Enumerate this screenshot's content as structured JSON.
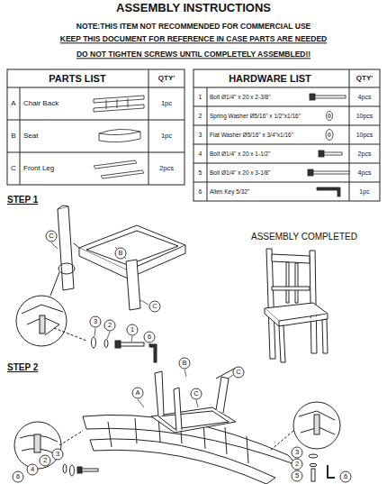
{
  "diagram": {
    "title": "ASSEMBLY INSTRUCTIONS",
    "labels": [
      "NOTE:THIS ITEM NOT RECOMMENDED FOR COMMERCIAL USE",
      "KEEP THIS DOCUMENT FOR REFERENCE IN CASE PARTS ARE NEEDED",
      "DO NOT TIGHTEN SCREWS UNTIL COMPLETELY ASSEMBLED!!",
      "PARTS LIST",
      "QTY'",
      "A",
      "Chair Back",
      "1pc",
      "B",
      "Seat",
      "1pc",
      "C",
      "Front Leg",
      "2pcs",
      "HARDWARE LIST",
      "QTY'",
      "1",
      "Bolt Ø1/4\" x 20 x 2-3/8\"",
      "4pcs",
      "2",
      "Spring Washer Ø5/16\" x 1/2\"x1/16\"",
      "10pcs",
      "3",
      "Flat Washer Ø5/16\" x 3/4\"x1/16\"",
      "10pcs",
      "4",
      "Bolt Ø1/4\" x 20 x 1-1/2\"",
      "2pcs",
      "5",
      "Bolt Ø1/4\" x 20 x 3-1/8\"",
      "4pcs",
      "6",
      "Allen Key 5/32\"",
      "1pc",
      "STEP 1",
      "ASSEMBLY COMPLETED",
      "STEP 2",
      "C",
      "B",
      "C",
      "3",
      "2",
      "1",
      "6",
      "A",
      "B",
      "C",
      "C",
      "6",
      "4",
      "2",
      "3",
      "3",
      "2",
      "5",
      "6"
    ]
  }
}
